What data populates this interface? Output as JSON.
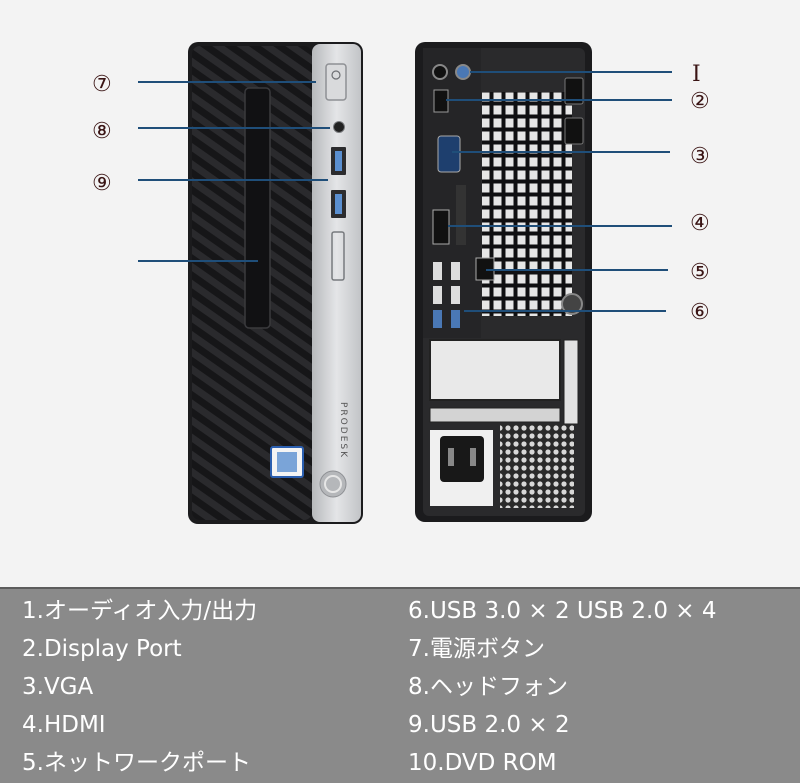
{
  "callouts": {
    "c1": "Ⅰ",
    "c2": "②",
    "c3": "③",
    "c4": "④",
    "c5": "⑤",
    "c6": "⑥",
    "c7": "⑦",
    "c8": "⑧",
    "c9": "⑨"
  },
  "front": {
    "brand_text": "PRODESK"
  },
  "legend": {
    "items": [
      "1.オーディオ入力/出力",
      "2.Display Port",
      "3.VGA",
      "4.HDMI",
      "5.ネットワークポート",
      "6.USB 3.0 × 2 USB 2.0 × 4",
      "7.電源ボタン",
      "8.ヘッドフォン",
      "9.USB 2.0 × 2",
      "10.DVD ROM"
    ]
  },
  "colors": {
    "legend_bg": "#8a8a8a",
    "callout_line": "#1f4e79",
    "chassis_black": "#1b1b1d",
    "chassis_silver": "#c9cbce"
  }
}
